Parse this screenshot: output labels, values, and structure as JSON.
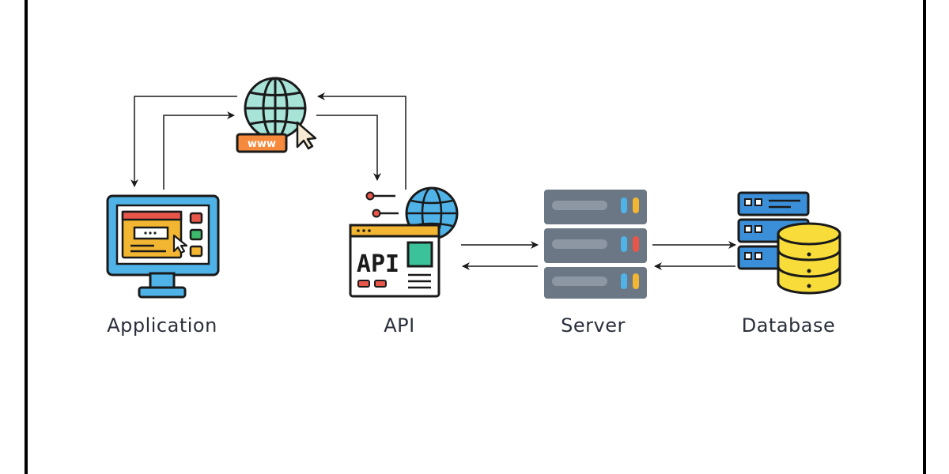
{
  "diagram": {
    "nodes": [
      {
        "id": "application",
        "label": "Application",
        "icon": "desktop-app-icon"
      },
      {
        "id": "api",
        "label": "API",
        "icon": "api-window-icon"
      },
      {
        "id": "server",
        "label": "Server",
        "icon": "server-rack-icon"
      },
      {
        "id": "database",
        "label": "Database",
        "icon": "database-icon"
      }
    ],
    "internet": {
      "icon": "globe-www-icon",
      "badge": "www"
    },
    "api_badge": "API",
    "edges": [
      {
        "from": "application",
        "to": "internet"
      },
      {
        "from": "internet",
        "to": "application"
      },
      {
        "from": "api",
        "to": "internet"
      },
      {
        "from": "internet",
        "to": "api"
      },
      {
        "from": "api",
        "to": "server"
      },
      {
        "from": "server",
        "to": "api"
      },
      {
        "from": "server",
        "to": "database"
      },
      {
        "from": "database",
        "to": "server"
      }
    ],
    "colors": {
      "outline": "#1a1a1a",
      "globe": "#a7e3d7",
      "monitor_blue": "#4fb3e8",
      "app_orange": "#f2b632",
      "accent_red": "#e8564a",
      "accent_green": "#3cb96a",
      "server_gray": "#6b7785",
      "server_light": "#8d97a3",
      "db_yellow": "#f7dc3a",
      "db_blue": "#3a8fd8",
      "www_orange": "#f58a3c"
    }
  }
}
